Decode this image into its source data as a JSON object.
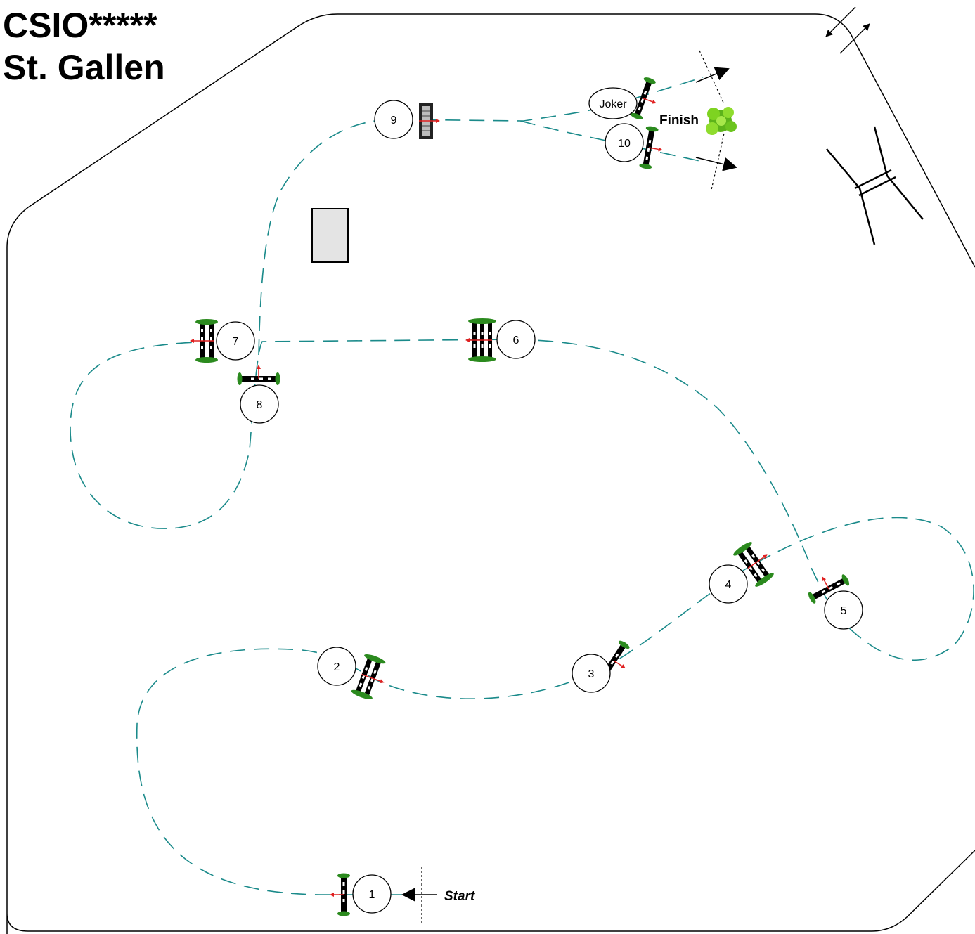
{
  "title": {
    "line1": "CSIO*****",
    "line2": "St. Gallen"
  },
  "colors": {
    "route": "#1a8a8a",
    "pole_black": "#000000",
    "pole_white": "#ffffff",
    "stand": "#2b8a1e",
    "direction_flag": "#e02020",
    "bush": "#7ed321"
  },
  "obstacles": [
    {
      "number": "1",
      "kind": "vertical"
    },
    {
      "number": "2",
      "kind": "oxer"
    },
    {
      "number": "3",
      "kind": "vertical"
    },
    {
      "number": "4",
      "kind": "oxer"
    },
    {
      "number": "5",
      "kind": "vertical"
    },
    {
      "number": "6",
      "kind": "triple-bar"
    },
    {
      "number": "7",
      "kind": "oxer"
    },
    {
      "number": "8",
      "kind": "vertical"
    },
    {
      "number": "9",
      "kind": "wall"
    },
    {
      "number": "10",
      "kind": "vertical"
    }
  ],
  "joker": {
    "label": "Joker"
  },
  "start": {
    "label": "Start"
  },
  "finish": {
    "label": "Finish"
  },
  "icons": [
    "entrance-arrows-icon",
    "bridge-icon",
    "judges-box-icon",
    "bush-icon"
  ]
}
